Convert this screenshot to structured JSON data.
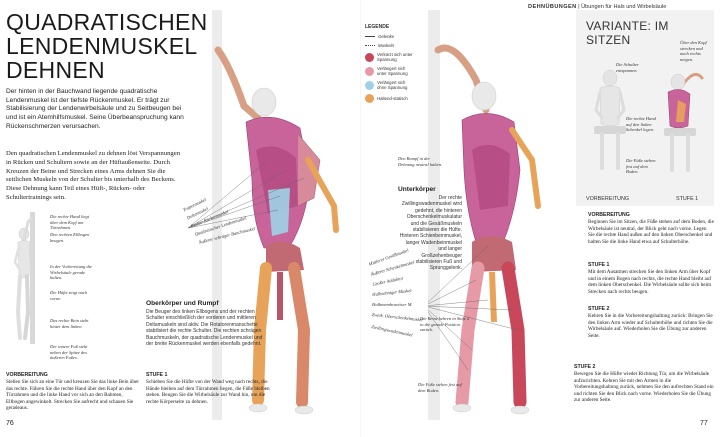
{
  "left_page": {
    "title": "QUADRATISCHEN LENDENMUSKEL DEHNEN",
    "intro": "Der hinten in der Bauchwand liegende quadratische Lendenmuskel ist der tiefste Rückenmuskel. Er trägt zur Stabilisierung der Lendenwirbelsäule und zu Seitbeugen bei und ist ein Atemhilfsmuskel. Seine Überbeanspruchung kann Rückenschmerzen verursachen.",
    "body": "Den quadratischen Lendenmuskel zu dehnen löst Verspannungen in Rücken und Schultern sowie an der Hüftaußenseite. Durch Kreuzen der Beine und Strecken eines Arms dehnen Sie die seitlichen Muskeln von der Schulter bis unterhalb des Beckens. Diese Dehnung kann Teil eines Hüft-, Rücken- oder Schultertrainings sein.",
    "figure_captions": [
      "Die rechte Hand liegt über dem Kopf am Türrahmen.",
      "Den rechten Ellbogen beugen.",
      "In der Vorbereitung die Wirbelsäule gerade halten.",
      "Die Hüfte zeigt nach vorne.",
      "Das rechte Bein steht hinter dem linken.",
      "Der innere Fuß steht neben der Spitze des äußeren Fußes."
    ],
    "vorbereitung": {
      "heading": "VORBEREITUNG",
      "text": "Stellen Sie sich an eine Tür und kreuzen Sie das linke Bein über das rechte. Führen Sie die rechte Hand über den Kopf an den Türrahmen und die linke Hand vor sich an den Rahmen, Ellbogen angewinkelt. Strecken Sie aufrecht und schauen Sie geradeaus."
    },
    "muscle_labels": [
      "Trapezmuskel",
      "Deltamuskel",
      "Breiter Rückenmuskel",
      "Quadratischer Lendenmuskel",
      "Äußerer schräger Bauchmuskel"
    ],
    "section": {
      "heading": "Oberkörper und Rumpf",
      "text": "Die Beuger des linken Ellbogens und der rechten Schulter einschließlich der vorderen und mittleren Deltamuskeln sind aktiv. Die Rotatorenmanschette stabilisiert die rechte Schulter. Die rechten schrägen Bauchmuskeln, der quadratische Lendenmuskel und der breite Rückenmuskel werden ebenfalls gedehnt."
    },
    "stufe1": {
      "heading": "STUFE 1",
      "text": "Schieben Sie die Hüfte von der Wand weg nach rechts, die Hände bleiben auf dem Türrahmen liegen, die Füße bleiben stehen. Beugen Sie die Wirbelsäule zur Wand hin, um die rechte Körperseite zu dehnen."
    },
    "page_number": "76"
  },
  "right_page": {
    "running_head": {
      "section": "DEHNÜBUNGEN",
      "subsection": "Übungen für Hals und Wirbelsäule"
    },
    "legend": {
      "title": "LEGENDE",
      "items": [
        {
          "type": "line",
          "label": "Gelenke"
        },
        {
          "type": "dotted",
          "label": "Muskeln"
        },
        {
          "type": "dot",
          "color": "#c8475a",
          "label": "Verkürzt sich unter Spannung"
        },
        {
          "type": "dot",
          "color": "#e69aa6",
          "label": "Verlängert sich unter Spannung"
        },
        {
          "type": "dot",
          "color": "#9fd1e6",
          "label": "Verlängert sich ohne Spannung"
        },
        {
          "type": "dot",
          "color": "#e8a35a",
          "label": "Haltend-statisch"
        }
      ]
    },
    "captions": [
      "Den Rumpf in der Dehnung neutral halten.",
      "Die Beine kehren in Stufe 2 in die gerade Position zurück.",
      "Die Füße stehen fest auf dem Boden."
    ],
    "leg_labels": [
      "Mittlerer Gesäßmuskel",
      "Äußerer Schenkelmuskel",
      "Großer Adduktor",
      "Halbsehniger Muskel",
      "Halbmembranöser M.",
      "Zweik. Oberschenkelmuskel",
      "Zwillingswadenmuskel"
    ],
    "unterkoerper": {
      "heading": "Unterkörper",
      "text": "Der rechte Zwillingswadenmuskel wird gedehnt, die hinteren Oberschenkelmuskulatur und die Gesäßmuskeln stabilisieren die Hüfte. Hinteren Schienbeinmuskel, langer Wadenbeinmuskel und langer Großzehenbeuger stabilisieren Fuß und Sprunggelenk."
    },
    "variante": {
      "title": "VARIANTE: IM SITZEN",
      "captions": [
        "Die Schulter entspannen.",
        "Über den Kopf strecken und nach rechts neigen.",
        "Die rechte Hand auf den linken Schenkel legen.",
        "Die Füße stehen fest auf dem Boden."
      ],
      "label_left": "VORBEREITUNG",
      "label_right": "STUFE 1"
    },
    "vorbereitung": {
      "heading": "VORBEREITUNG",
      "text": "Beginnen Sie im Sitzen, die Füße stehen auf dem Boden, die Wirbelsäule ist neutral, der Blick geht nach vorne. Legen Sie die rechte Hand außen auf den linken Oberschenkel und halten Sie die linke Hand etwa auf Schulterhöhe."
    },
    "stufe1": {
      "heading": "STUFE 1",
      "text": "Mit dem Ausatmen strecken Sie den linken Arm über Kopf und in einem Bogen nach rechts, die rechte Hand bleibt auf dem linken Oberschenkel. Die Wirbelsäule sollte sich beim Strecken nach rechts beugen."
    },
    "stufe2r": {
      "heading": "STUFE 2",
      "text": "Kehren Sie in die Vorbereitungshaltung zurück: Bringen Sie den linken Arm wieder auf Schulterhöhe und richten Sie die Wirbelsäule auf. Wiederholen Sie die Übung zur anderen Seite."
    },
    "stufe2": {
      "heading": "STUFE 2",
      "text": "Bewegen Sie die Hüfte wieder Richtung Tür, um die Wirbelsäule aufzurichten. Kehren Sie mit den Armen in die Vorbereitungshaltung zurück, nehmen Sie den aufrechten Stand ein und richten Sie den Blick nach vorne. Wiederholen Sie die Übung zur anderen Seite."
    },
    "page_number": "77"
  }
}
